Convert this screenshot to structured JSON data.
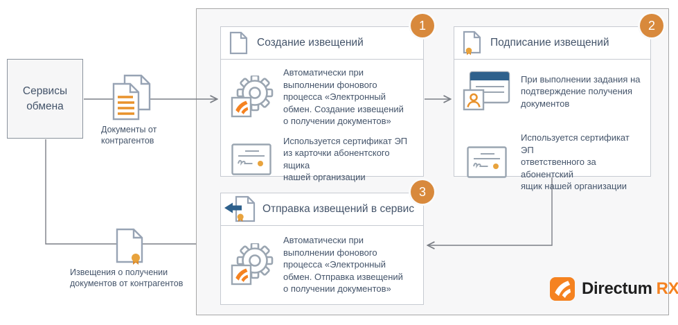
{
  "service_box": {
    "label": "Сервисы\nобмена"
  },
  "flows": {
    "documents": {
      "label": "Документы от\nконтрагентов",
      "icon": "documents-pair-icon"
    },
    "notifications": {
      "label": "Извещения о получении\nдокументов от контрагентов",
      "icon": "sealed-document-icon"
    }
  },
  "steps": [
    {
      "badge": "1",
      "title": "Создание извещений",
      "header_icon": "document-icon",
      "items": [
        {
          "icon": "background-process-gear-icon",
          "text": "Автоматически при\nвыполнении фонового\nпроцесса «Электронный\nобмен. Создание извещений\nо получении документов»"
        },
        {
          "icon": "certificate-icon",
          "text": "Используется сертификат ЭП\nиз карточки абонентского ящика\nнашей организации"
        }
      ]
    },
    {
      "badge": "2",
      "title": "Подписание извещений",
      "header_icon": "signed-document-icon",
      "items": [
        {
          "icon": "confirmation-task-icon",
          "text": "При выполнении задания на\nподтверждение получения\nдокументов"
        },
        {
          "icon": "certificate-icon",
          "text": "Используется сертификат ЭП\nответственного за абонентский\nящик нашей организации"
        }
      ]
    },
    {
      "badge": "3",
      "title": "Отправка извещений в сервис",
      "header_icon": "send-document-icon",
      "items": [
        {
          "icon": "background-process-gear-icon",
          "text": "Автоматически при\nвыполнении фонового\nпроцесса «Электронный\nобмен. Отправка извещений\nо получении документов»"
        }
      ]
    }
  ],
  "logo": {
    "name": "Directum",
    "suffix": "RX"
  },
  "colors": {
    "accent_orange": "#E8922C",
    "seal_orange": "#E8A33D",
    "badge_orange": "#D8893C",
    "logo_orange": "#F58220",
    "steel_blue": "#2E608C",
    "text": "#44546A",
    "icon_gray": "#97A3B4",
    "line_gray": "#7A7E85"
  }
}
